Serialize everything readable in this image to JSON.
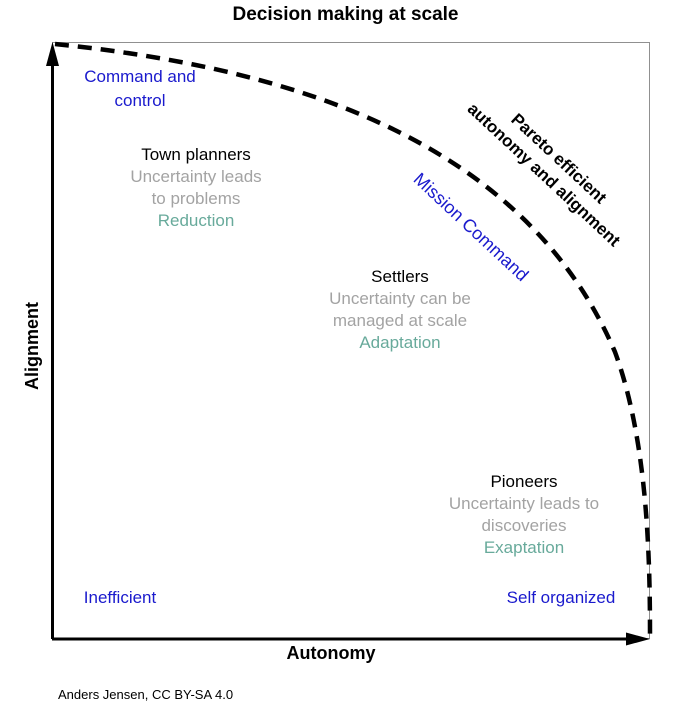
{
  "title": "Decision making at scale",
  "axes": {
    "y_label": "Alignment",
    "x_label": "Autonomy"
  },
  "corners": {
    "top_left": {
      "line1": "Command and",
      "line2": "control"
    },
    "bottom_left": "Inefficient",
    "bottom_right": "Self organized"
  },
  "curve": {
    "pareto_line1": "Pareto efficient",
    "pareto_line2": "autonomy and alignment",
    "mission_command": "Mission Command"
  },
  "zones": [
    {
      "name": "Town planners",
      "desc1": "Uncertainty leads",
      "desc2": "to problems",
      "method": "Reduction"
    },
    {
      "name": "Settlers",
      "desc1": "Uncertainty can be",
      "desc2": "managed at scale",
      "method": "Adaptation"
    },
    {
      "name": "Pioneers",
      "desc1": "Uncertainty leads to",
      "desc2": "discoveries",
      "method": "Exaptation"
    }
  ],
  "attribution": "Anders Jensen, CC BY-SA 4.0",
  "colors": {
    "accent_blue": "#1a1acd",
    "muted_gray": "#a3a3a3",
    "method_teal": "#68aa9b",
    "frame_gray": "#909090",
    "ink": "#000000"
  }
}
